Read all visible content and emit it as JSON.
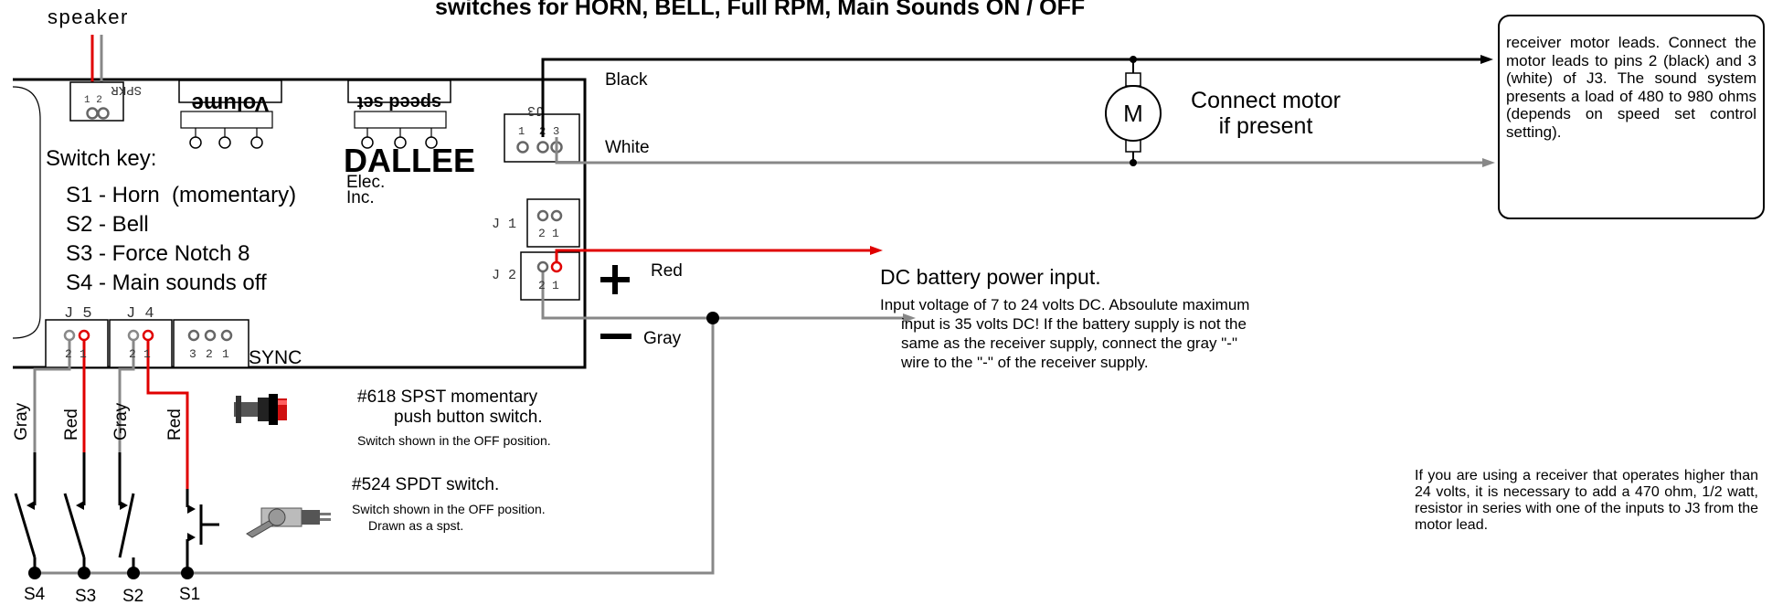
{
  "title": "switches for HORN, BELL, Full RPM, Main Sounds ON / OFF",
  "speaker_label": "speaker",
  "board": {
    "spkr_label": "SPKR",
    "spkr_pins": "1 2",
    "volume_label": "Volume",
    "speed_set_label": "speed set",
    "brand": "DALLEE",
    "brand_sub1": "Elec.",
    "brand_sub2": "Inc.",
    "j3_label": "J3",
    "j3_pins": [
      "1",
      "2",
      "3"
    ],
    "j1_label": "J 1",
    "j2_label": "J 2",
    "j4_label": "J 4",
    "j5_label": "J 5",
    "pins_21": [
      "2",
      "1"
    ],
    "sync_pins": [
      "3",
      "2",
      "1"
    ],
    "sync_label": "SYNC"
  },
  "switch_key": {
    "heading": "Switch key:",
    "items": [
      "S1 - Horn  (momentary)",
      "S2 - Bell",
      "S3 - Force Notch 8",
      "S4 - Main sounds off"
    ]
  },
  "wires": {
    "black": "Black",
    "white": "White",
    "red": "Red",
    "gray": "Gray",
    "plus": "+",
    "minus": "–"
  },
  "motor": {
    "symbol": "M",
    "label_line1": "Connect motor",
    "label_line2": "if present"
  },
  "dc_input": {
    "heading": "DC battery power input.",
    "lines": [
      "Input voltage of 7 to 24 volts DC. Absoulute maximum",
      "input is 35 volts DC! If the battery supply is not the",
      "same as the receiver supply, connect the gray \"-\"",
      "wire to the \"-\" of the receiver supply."
    ]
  },
  "receiver_box": {
    "text": "receiver motor leads. Connect the motor leads to pins 2 (black) and 3 (white) of J3. The sound system presents a load of 480 to 980 ohms (depends on speed set control setting)."
  },
  "resistor_note": {
    "text": "If you are using a receiver that operates higher than 24 volts, it is necessary to add a 470 ohm, 1/2 watt, resistor in series with one of the inputs to J3 from the motor lead."
  },
  "switch_wires": [
    "Gray",
    "Red",
    "Gray",
    "Red"
  ],
  "switch_labels": [
    "S4",
    "S3",
    "S2",
    "S1"
  ],
  "part_618": {
    "title_line1": "#618 SPST momentary",
    "title_line2": "push button switch.",
    "note": "Switch shown in the OFF position."
  },
  "part_524": {
    "title": "#524 SPDT switch.",
    "note_line1": "Switch shown in the OFF position.",
    "note_line2": "Drawn as a spst."
  },
  "colors": {
    "red_wire": "#e00000",
    "gray_wire": "#888888",
    "black_wire": "#000000"
  }
}
